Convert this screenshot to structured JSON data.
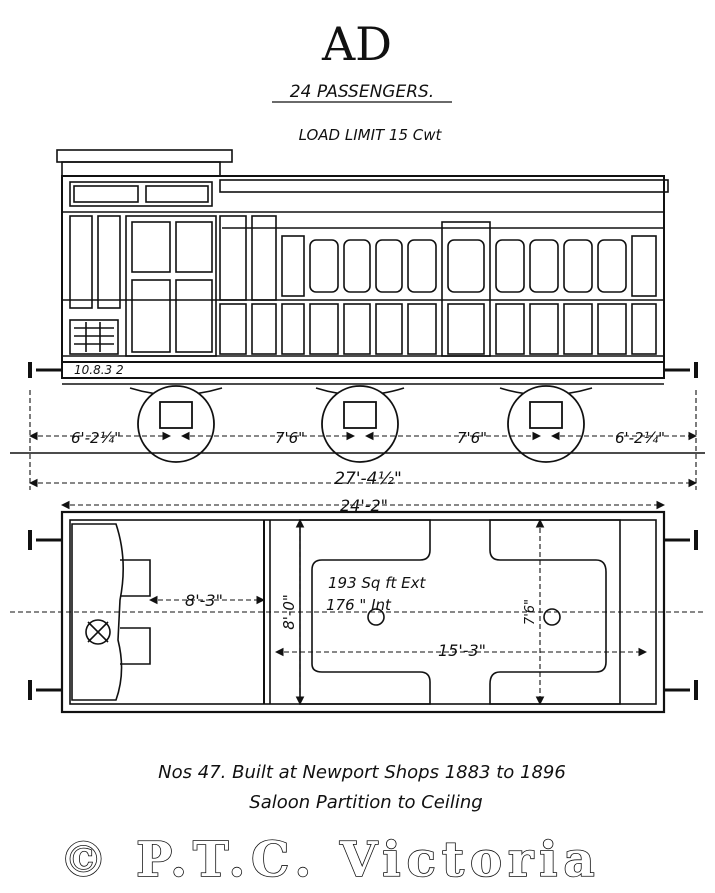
{
  "header": {
    "class_code": "AD",
    "capacity": "24 PASSENGERS.",
    "load_limit": "LOAD  LIMIT 15 Cwt"
  },
  "side_elevation": {
    "body_mark": "10.8.3 2",
    "dims": {
      "end_left": "6'-2¼\"",
      "wheelbase_1": "7'6\"",
      "wheelbase_2": "7'6\"",
      "end_right": "6'-2¼\"",
      "overall": "27'-4½\""
    }
  },
  "plan": {
    "body_length": "24'-2\"",
    "saloon_length": "8'-3\"",
    "width": "8'-0\"",
    "area_ext": "193 Sq ft Ext",
    "area_int": "176  \" Int",
    "floor_length": "15'-3\"",
    "centre": "7'6\""
  },
  "footer": {
    "numbers": "Nos  47. Built at Newport Shops 1883 to 1896",
    "note": "Saloon  Partition to Ceiling"
  },
  "watermark": "© P.T.C. Victoria",
  "colors": {
    "ink": "#111111",
    "paper": "#ffffff"
  }
}
